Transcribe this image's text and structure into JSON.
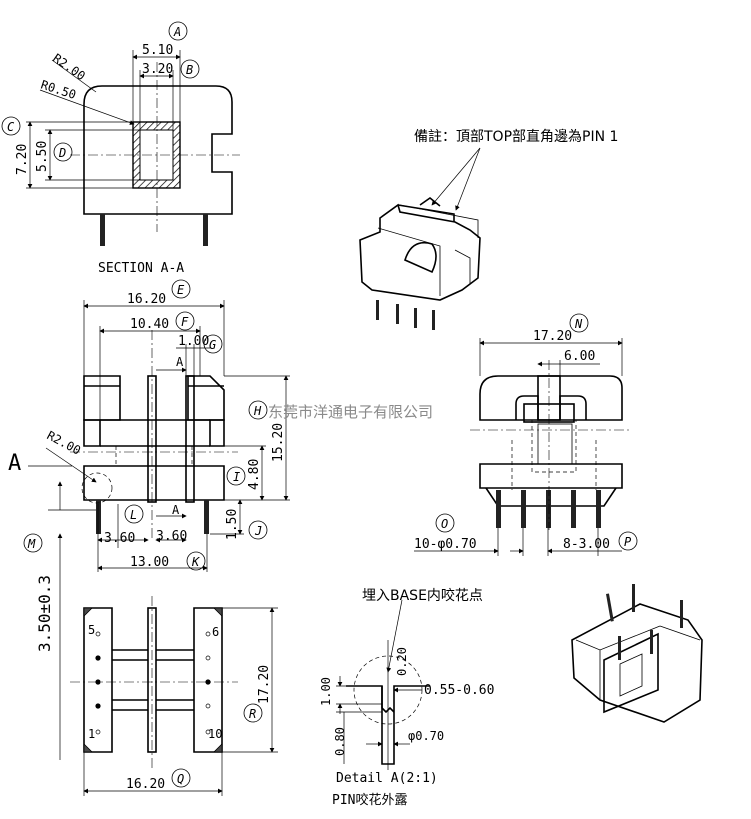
{
  "drawing": {
    "section_view": {
      "caption": "SECTION A-A",
      "dims": {
        "width_510": "5.10",
        "width_320": "3.20",
        "r200": "R2.00",
        "r050": "R0.50",
        "h720": "7.20",
        "h550": "5.50"
      }
    },
    "front_view": {
      "dims": {
        "w1620": "16.20",
        "w1040": "10.40",
        "w100": "1.00",
        "h1520": "15.20",
        "h480": "4.80",
        "h150": "1.50",
        "w360a": "3.60",
        "w360b": "3.60",
        "w1300": "13.00",
        "r200": "R2.00",
        "h350": "3.50±0.3"
      },
      "section_marks": {
        "top": "A",
        "bottom": "A",
        "big": "A"
      }
    },
    "side_view": {
      "dims": {
        "w1720": "17.20",
        "w600": "6.00",
        "pins_dia": "10-φ0.70",
        "pitch": "8-3.00"
      }
    },
    "bottom_view": {
      "dims": {
        "w1620": "16.20",
        "h1720": "17.20"
      },
      "pin_numbers": {
        "p5": "5",
        "p1": "1",
        "p6": "6",
        "p10": "10"
      }
    },
    "detail": {
      "note": "埋入BASE内咬花点",
      "dims": {
        "d020": "0.20",
        "d055": "0.55-0.60",
        "d100": "1.00",
        "d080": "0.80",
        "d070": "φ0.70"
      },
      "caption": "Detail  A(2:1)",
      "caption2": "PIN咬花外露"
    },
    "remark": "備註：頂部TOP部直角邊為PIN 1",
    "watermark": "东莞市洋通电子有限公司",
    "balloons": [
      "A",
      "B",
      "C",
      "D",
      "E",
      "F",
      "G",
      "H",
      "I",
      "J",
      "K",
      "L",
      "M",
      "N",
      "O",
      "P",
      "Q",
      "R"
    ]
  }
}
